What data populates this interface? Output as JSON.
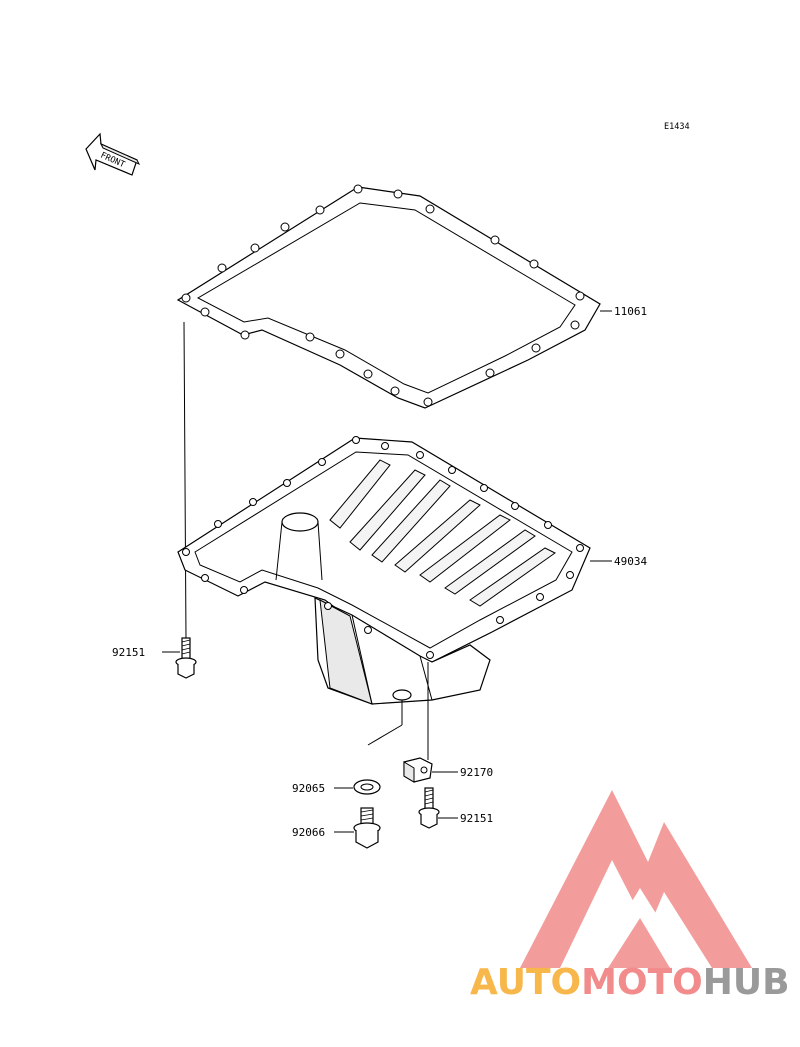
{
  "diagram": {
    "code": "E1434",
    "front_label": "FRONT",
    "parts": [
      {
        "id": "p1",
        "number": "11061"
      },
      {
        "id": "p2",
        "number": "49034"
      },
      {
        "id": "p3",
        "number": "92151"
      },
      {
        "id": "p4",
        "number": "92170"
      },
      {
        "id": "p5",
        "number": "92065"
      },
      {
        "id": "p6",
        "number": "92151"
      },
      {
        "id": "p7",
        "number": "92066"
      }
    ]
  },
  "watermark": {
    "word1": "AUTO",
    "word2": "MOTO",
    "word3": "HUB",
    "color1": "#f7b74a",
    "color2": "#f28b8b",
    "color3": "#9a9a9a"
  }
}
